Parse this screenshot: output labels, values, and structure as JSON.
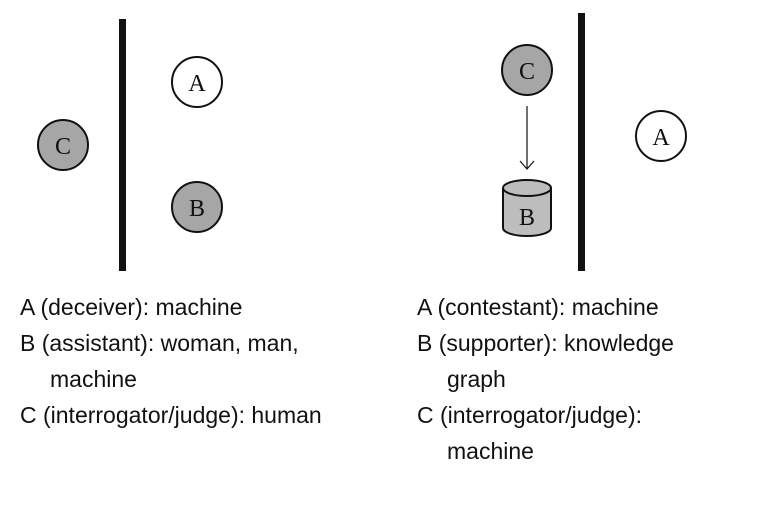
{
  "left_diagram": {
    "nodes": {
      "A": {
        "label": "A",
        "fill": "#ffffff"
      },
      "B": {
        "label": "B",
        "fill": "#a6a6a6"
      },
      "C": {
        "label": "C",
        "fill": "#a6a6a6"
      }
    },
    "legend": [
      {
        "lines": [
          "A (deceiver): machine"
        ]
      },
      {
        "lines": [
          "B (assistant): woman, man,",
          "machine"
        ]
      },
      {
        "lines": [
          "C (interrogator/judge): human"
        ]
      }
    ]
  },
  "right_diagram": {
    "nodes": {
      "A": {
        "label": "A",
        "fill": "#ffffff"
      },
      "B": {
        "label": "B",
        "fill": "#bdbdbd",
        "shape": "database-cylinder"
      },
      "C": {
        "label": "C",
        "fill": "#a6a6a6"
      }
    },
    "legend": [
      {
        "lines": [
          "A (contestant): machine"
        ]
      },
      {
        "lines": [
          "B (supporter): knowledge",
          "graph"
        ]
      },
      {
        "lines": [
          "C (interrogator/judge):",
          "machine"
        ]
      }
    ]
  }
}
